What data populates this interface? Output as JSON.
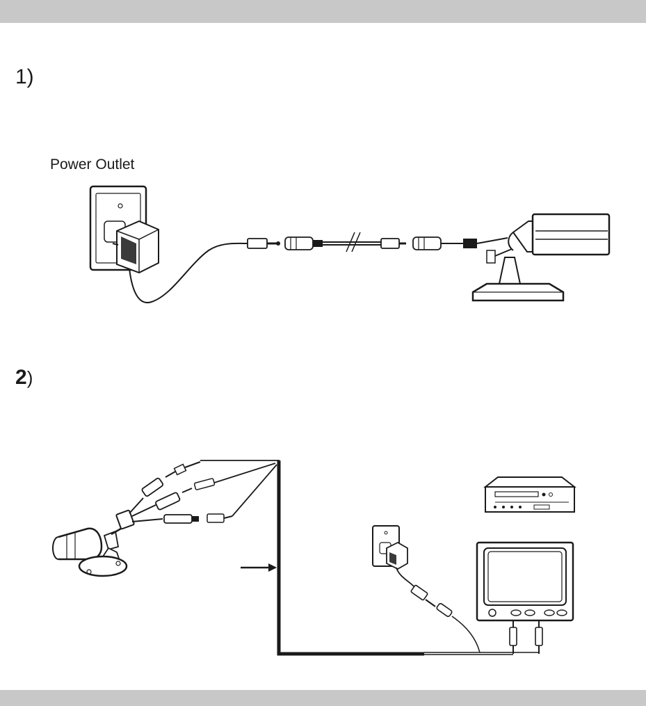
{
  "step1": {
    "number": "1)"
  },
  "step2": {
    "number": "2",
    "paren": ")"
  },
  "power_outlet_label": "Power Outlet",
  "colors": {
    "bars": "#c8c8c8",
    "line": "#1a1a1a"
  }
}
